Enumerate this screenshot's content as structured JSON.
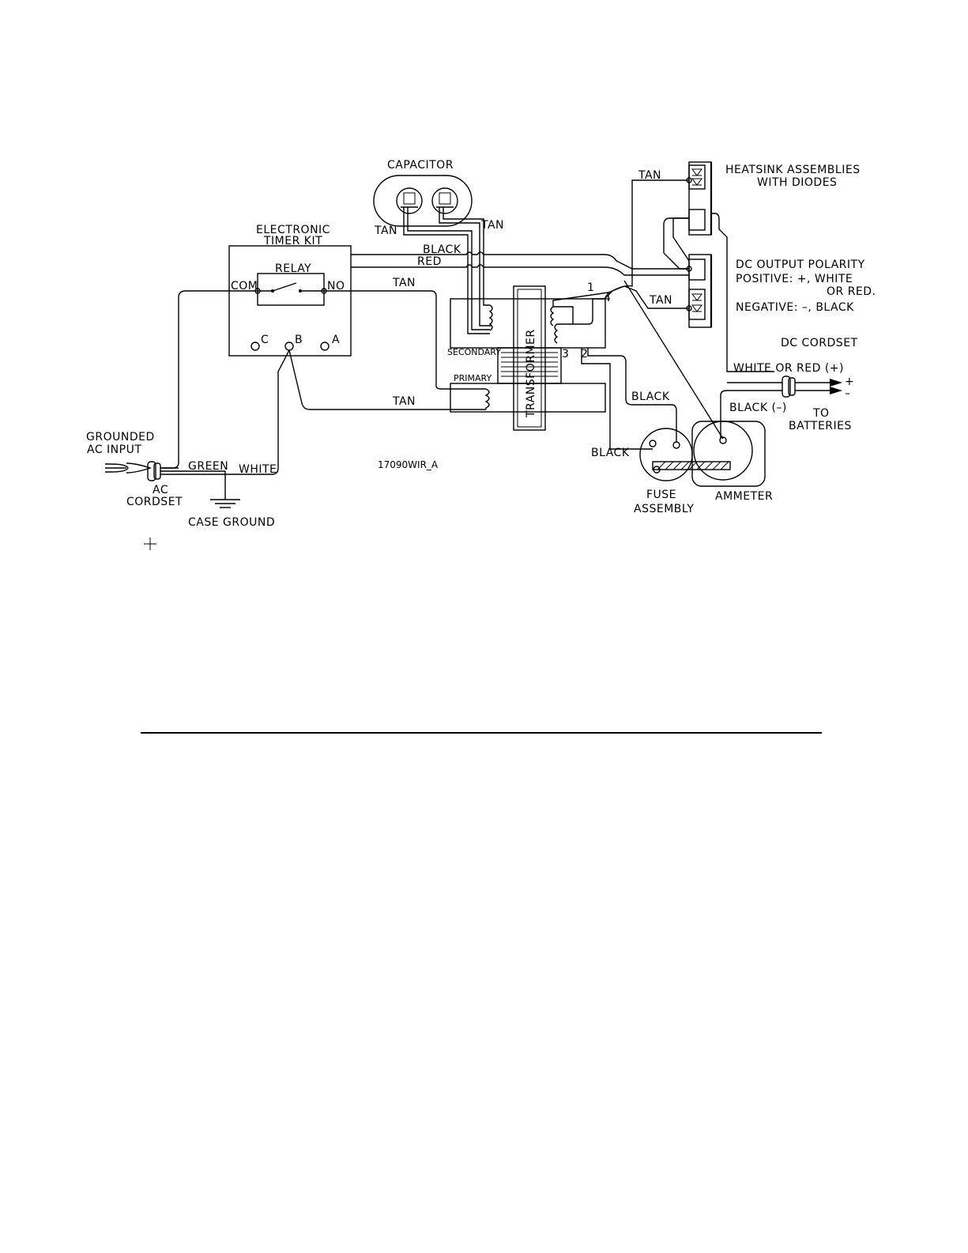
{
  "labels": {
    "capacitor": "CAPACITOR",
    "timer_line1": "ELECTRONIC",
    "timer_line2": "TIMER KIT",
    "relay": "RELAY",
    "com": "COM",
    "no": "NO",
    "c": "C",
    "b": "B",
    "a": "A",
    "heatsink_line1": "HEATSINK ASSEMBLIES",
    "heatsink_line2": "WITH DIODES",
    "dc_polarity_line1": "DC OUTPUT POLARITY",
    "dc_polarity_line2": "POSITIVE: +, WHITE",
    "dc_polarity_line3": "OR RED.",
    "dc_polarity_line4": "NEGATIVE: –, BLACK",
    "dc_cordset": "DC CORDSET",
    "white_or_red": "WHITE OR RED (+)",
    "black_neg": "BLACK (–)",
    "plus": "+",
    "minus": "–",
    "to_batteries_1": "TO",
    "to_batteries_2": "BATTERIES",
    "transformer": "TRANSFORMER",
    "secondary": "SECONDARY",
    "primary": "PRIMARY",
    "fuse_1": "FUSE",
    "fuse_2": "ASSEMBLY",
    "ammeter": "AMMETER",
    "grounded_1": "GROUNDED",
    "grounded_2": "AC INPUT",
    "ac_cordset_1": "AC",
    "ac_cordset_2": "CORDSET",
    "case_ground": "CASE GROUND",
    "drawing_id": "17090WIR_A",
    "term_1": "1",
    "term_2": "2",
    "term_3": "3",
    "term_4": "4"
  },
  "wires": {
    "tan_cap_left": "TAN",
    "tan_cap_right": "TAN",
    "black_top": "BLACK",
    "red_top": "RED",
    "tan_relay_no": "TAN",
    "tan_heatsink_top": "TAN",
    "tan_heatsink_bottom": "TAN",
    "tan_primary": "TAN",
    "black_fuse_upper": "BLACK",
    "black_fuse_lower": "BLACK",
    "green": "GREEN",
    "white": "WHITE"
  }
}
